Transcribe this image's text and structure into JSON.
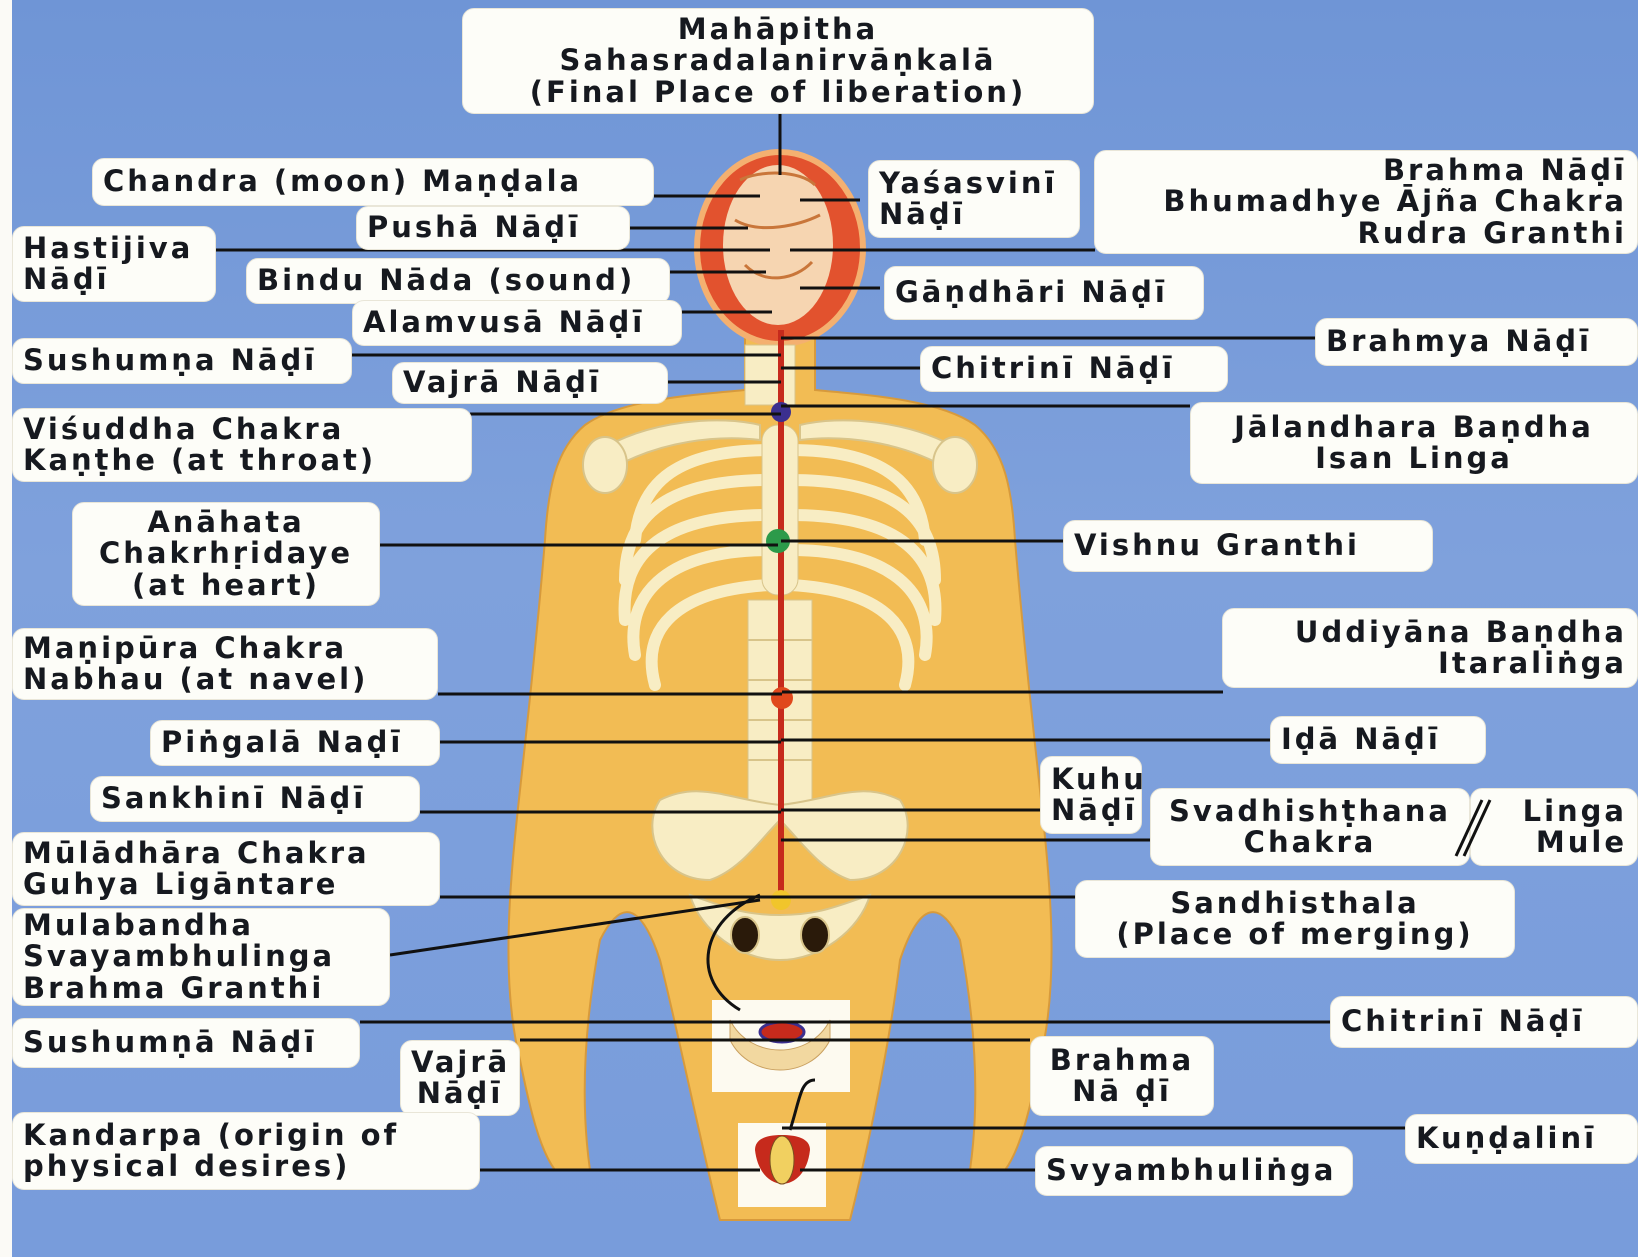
{
  "colors": {
    "background": "#7a9ddb",
    "label_bg": "#fdfdf8",
    "skin": "#f2bc54",
    "bone": "#f8edc4",
    "brain": "#e2522e",
    "sushumna": "#c62a1c",
    "vishuddha_dot": "#3b2f8f",
    "anahata_dot": "#2c9a4a",
    "manipura_dot": "#e0481c",
    "muladhara_dot": "#f1c52b"
  },
  "labels": {
    "mahapitha": "Mahāpitha\nSahasradalanirvāṇkalā\n(Final Place of liberation)",
    "chandra": "Chandra (moon) Maṇḍala",
    "pusha": "Pushā Nāḍī",
    "hastijiva": "Hastijiva\nNāḍī",
    "bindu": "Bindu Nāda (sound)",
    "alamvusa": "Alamvusā Nāḍī",
    "sushumna_top": "Sushumṇa Nāḍī",
    "vajra_top": "Vajrā Nāḍī",
    "visuddha": "Viśuddha Chakra\nKaṇṭhe (at throat)",
    "anahata": "Anāhata\nChakrhṛidaye\n(at heart)",
    "manipura": "Maṇipūra Chakra\nNabhau (at navel)",
    "pingala": "Piṅgalā Naḍī",
    "sankhini": "Sankhinī Nāḍī",
    "muladhara": "Mūlādhāra Chakra\nGuhya Ligāntare",
    "mulabandha": "Mulabandha\nSvayambhulinga\nBrahma Granthi",
    "sushumna_bottom": "Sushumṇā Nāḍī",
    "vajra_bottom": "Vajrā\nNāḍī",
    "kandarpa": "Kandarpa (origin of\nphysical desires)",
    "yasasvini": "Yaśasvinī\nNāḍī",
    "brahma_nadi_top": "Brahma Nāḍī\nBhumadhye Ājña Chakra\nRudra Granthi",
    "gandhari": "Gāṇdhāri Nāḍī",
    "brahmya": "Brahmya Nāḍī",
    "chitrini_top": "Chitrinī Nāḍī",
    "jalandhara": "Jālandhara Baṇdha\nIsan Linga",
    "vishnu": "Vishnu Granthi",
    "uddiyana": "Uddiyāna Baṇdha\nItaraliṅga",
    "ida": "Iḍā Nāḍī",
    "kuhu": "Kuhu\nNāḍī",
    "svadhishthana": "Svadhishṭhana\nChakra",
    "linga_mule": "Linga\nMule",
    "sandhisthala": "Sandhisthala\n(Place of merging)",
    "chitrini_bottom": "Chitrinī Nāḍī",
    "brahma_nadi_bottom": "Brahma\nNā ḍī",
    "kundalini": "Kuṇḍalinī",
    "svyambhulinga": "Svyambhuliṅga"
  }
}
